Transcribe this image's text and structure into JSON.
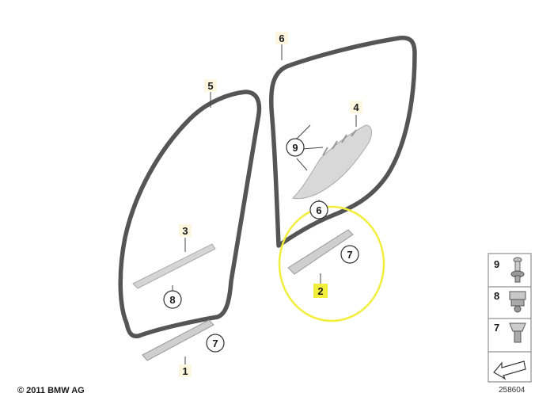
{
  "parts": [
    {
      "label": "1"
    },
    {
      "label": "2"
    },
    {
      "label": "3"
    },
    {
      "label": "4"
    },
    {
      "label": "5"
    },
    {
      "label": "6"
    }
  ],
  "circled": {
    "c9": "9",
    "c6": "6",
    "c7a": "7",
    "c8": "8",
    "c7b": "7"
  },
  "legend": {
    "items": [
      {
        "label": "9",
        "icon": "push-rivet-icon"
      },
      {
        "label": "8",
        "icon": "clip-nut-icon"
      },
      {
        "label": "7",
        "icon": "plastic-clip-icon"
      }
    ],
    "nav_icon": "arrow-icon"
  },
  "footer": {
    "copyright": "© 2011 BMW AG",
    "diagram_number": "258604"
  },
  "highlight_color": "#f2ee3c"
}
